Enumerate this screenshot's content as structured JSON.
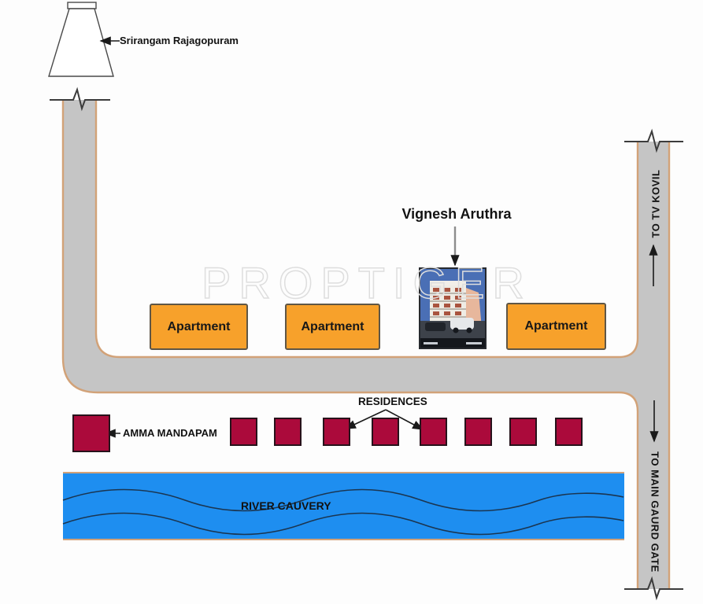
{
  "watermark": "PROPTIGER",
  "landmarks": {
    "gopuram": "Srirangam Rajagopuram",
    "project": "Vignesh Aruthra",
    "amma_mandapam": "AMMA MANDAPAM",
    "residences": "RESIDENCES",
    "river": "RIVER CAUVERY"
  },
  "buildings": {
    "apartments": [
      "Apartment",
      "Apartment",
      "Apartment"
    ]
  },
  "road_signs": {
    "north": "TO TV KOVIL",
    "south": "TO MAIN GAURD GATE"
  },
  "residences": {
    "count": 8
  },
  "colors": {
    "road_fill": "#c5c5c5",
    "road_border": "#d2a278",
    "break_line": "#3c3c3c",
    "apartment_fill": "#f7a12b",
    "residence_fill": "#ab0a3b",
    "river_fill": "#1e8ef0",
    "wave_stroke": "#1b3550",
    "watermark": "#dedede"
  }
}
